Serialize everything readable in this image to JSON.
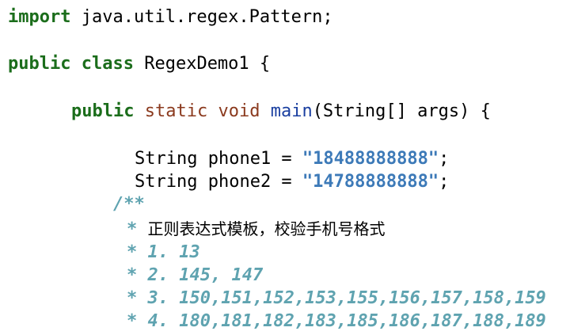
{
  "line1": {
    "keyword": "import",
    "rest": " java.util.regex.Pattern;"
  },
  "line2": {
    "kw_public": "public",
    "kw_class": "class",
    "class_name": "RegexDemo1 {"
  },
  "line3": {
    "kw_public": "public",
    "kw_static": "static",
    "kw_void": "void",
    "method": "main",
    "params": "(String[] args) {"
  },
  "line4": {
    "decl": "String phone1 = ",
    "value": "\"18488888888\"",
    "end": ";"
  },
  "line5": {
    "decl": "String phone2 = ",
    "value": "\"14788888888\"",
    "end": ";"
  },
  "comment": {
    "open": "/**",
    "star": "*",
    "title": "正则表达式模板，校验手机号格式",
    "items": [
      "* 1. 13",
      "* 2. 145, 147",
      "* 3. 150,151,152,153,155,156,157,158,159",
      "* 4. 180,181,182,183,185,186,187,188,189"
    ]
  },
  "colors": {
    "keyword": "#1b6d1b",
    "modifier": "#8b3a1e",
    "method": "#1a3fa0",
    "string": "#3d7ab8",
    "comment": "#5fa3b0"
  }
}
